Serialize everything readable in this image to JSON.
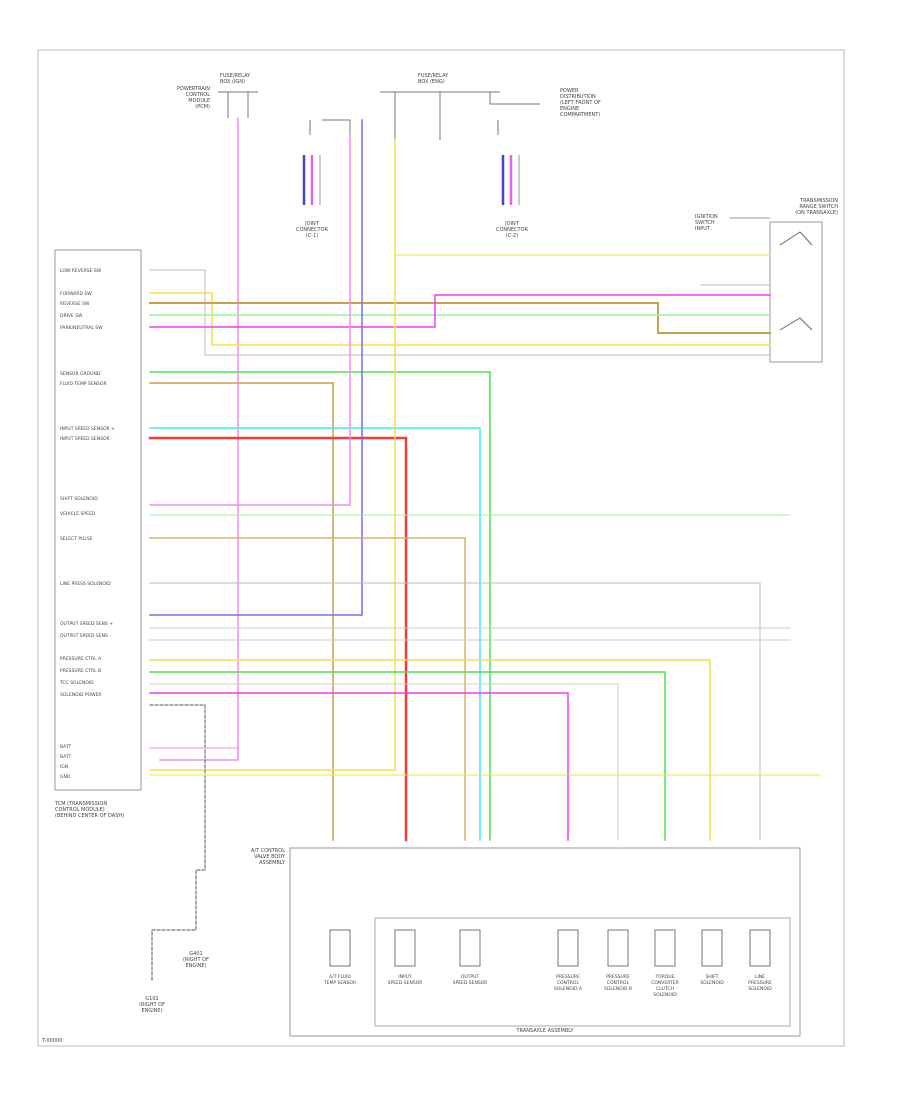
{
  "diagram": {
    "footer_code": "T-00000",
    "tcm_label": [
      "TCM (TRANSMISSION",
      "CONTROL MODULE)",
      "(BEHIND CENTER OF DASH)"
    ],
    "top_left_block": [
      "FUSE/RELAY",
      "BOX (IGN)"
    ],
    "top_center_block": [
      "FUSE/RELAY",
      "BOX (ENG)"
    ],
    "top_right_text": [
      "POWER",
      "DISTRIBUTION",
      "(LEFT FRONT OF",
      "ENGINE",
      "COMPARTMENT)"
    ],
    "top_left_text": [
      "POWERTRAIN",
      "CONTROL",
      "MODULE",
      "(PCM)"
    ],
    "joint_conn_left": [
      "JOINT",
      "CONNECTOR",
      "(C-1)"
    ],
    "joint_conn_right": [
      "JOINT",
      "CONNECTOR",
      "(C-2)"
    ],
    "switch_label": [
      "TRANSMISSION",
      "RANGE SWITCH",
      "(ON TRANSAXLE)"
    ],
    "ignition_label": [
      "IGNITION",
      "SWITCH",
      "INPUT"
    ],
    "assembly_label": [
      "A/T CONTROL",
      "VALVE BODY",
      "ASSEMBLY"
    ],
    "bottom_title": "TRANSAXLE ASSEMBLY",
    "ground_left": [
      "G101",
      "(RIGHT OF",
      "ENGINE)"
    ],
    "ground_right": [
      "G401",
      "(RIGHT OF",
      "ENGINE)"
    ],
    "sensors": [
      [
        "A/T FLUID",
        "TEMP SENSOR"
      ],
      [
        "INPUT",
        "SPEED SENSOR"
      ],
      [
        "OUTPUT",
        "SPEED SENSOR"
      ],
      [
        "PRESSURE",
        "CONTROL",
        "SOLENOID A"
      ],
      [
        "PRESSURE",
        "CONTROL",
        "SOLENOID B"
      ],
      [
        "TORQUE",
        "CONVERTER",
        "CLUTCH",
        "SOLENOID"
      ],
      [
        "SHIFT",
        "SOLENOID"
      ],
      [
        "LINE",
        "PRESSURE",
        "SOLENOID"
      ]
    ],
    "pin_labels": [
      "LOW REVERSE SW",
      "",
      "FORWARD SW",
      "REVERSE SW",
      "DRIVE SW",
      "PARK/NEUTRAL SW",
      "",
      "SENSOR GROUND",
      "FLUID TEMP SENSOR",
      "INPUT SPEED SENSOR +",
      "INPUT SPEED SENSOR -",
      "SHIFT SOLENOID",
      "VEHICLE SPEED",
      "SELECT PULSE",
      "LINE PRESS SOLENOID",
      "OUTPUT SPEED SENS +",
      "OUTPUT SPEED SENS -",
      "PRESSURE CTRL A",
      "PRESSURE CTRL B",
      "TCC SOLENOID",
      "SOLENOID POWER",
      "BATT",
      "BATT",
      "IGN",
      "GND"
    ]
  }
}
